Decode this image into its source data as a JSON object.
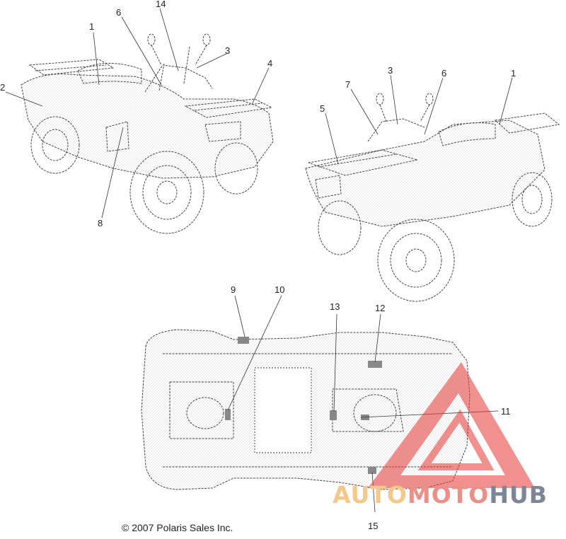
{
  "callouts": {
    "c1a": "1",
    "c2": "2",
    "c3a": "3",
    "c4": "4",
    "c6a": "6",
    "c8": "8",
    "c14": "14",
    "c1b": "1",
    "c3b": "3",
    "c5": "5",
    "c6b": "6",
    "c7": "7",
    "c9": "9",
    "c10": "10",
    "c11": "11",
    "c12": "12",
    "c13": "13",
    "c15": "15"
  },
  "copyright": "© 2007 Polaris Sales Inc.",
  "watermark": {
    "part1": "AUTO",
    "part2": "MOTO",
    "part3": "HUB"
  },
  "colors": {
    "line": "#444444",
    "watermark_red": "#e53935",
    "watermark_gray": "#7d8596"
  }
}
